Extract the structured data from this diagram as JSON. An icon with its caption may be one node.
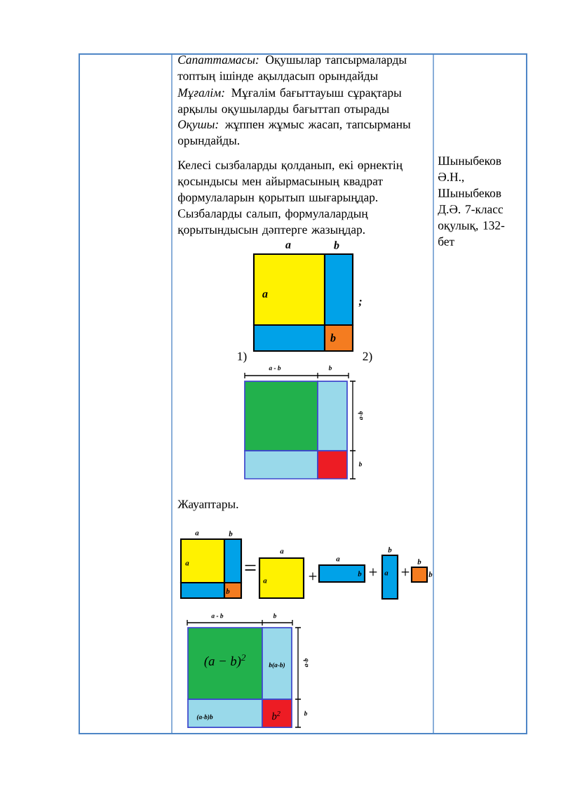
{
  "diagram": {
    "nodes": [
      {
        "text": [
          "a"
        ],
        "beside": [
          "a"
        ]
      },
      {
        "text": [],
        "shape": "box",
        "beside": [
          "b"
        ]
      },
      {
        "text": [],
        "shape": "box"
      },
      {
        "text": [
          "b"
        ]
      },
      {
        "text": [],
        "shape": "box"
      },
      {
        "text": [],
        "shape": "box"
      },
      {
        "text": [],
        "shape": "box"
      },
      {
        "text": [],
        "shape": "box"
      },
      {
        "text": [
          "a"
        ],
        "beside": [
          "a"
        ]
      },
      {
        "text": [],
        "shape": "box",
        "beside": [
          "b"
        ]
      },
      {
        "text": [],
        "shape": "box"
      },
      {
        "text": [
          "b"
        ]
      },
      {
        "text": [
          "a"
        ],
        "beside": [
          "a"
        ]
      },
      {
        "text": [
          "b"
        ],
        "beside": [
          "a"
        ]
      },
      {
        "text": [
          "a"
        ],
        "beside": [
          "b"
        ]
      },
      {
        "text": [],
        "shape": "box",
        "beside": [
          "b",
          "b"
        ]
      },
      {
        "text": [
          "(a − b)$^{2}$"
        ]
      },
      {
        "text": [
          "b(a-b)"
        ]
      },
      {
        "text": [
          "(a-b)b"
        ]
      },
      {
        "text": [
          "b$^{2}$"
        ]
      }
    ],
    "labels": [
      "*Сапаттамасы:* Оқушылар тапсырмаларды топтың ішінде ақылдасып орындайды",
      "*Мұғалім:*  Мұғалім бағыттауыш сұрақтары арқылы оқушыларды  бағыттап отырады",
      "*Оқушы:* жұппен жұмыс жасап, тапсырманы орындайды.",
      "Келесі сызбаларды қолданып, екі өрнектің қосындысы мен айырмасының квадрат формулаларын қорытып шығарыңдар. Сызбаларды салып, формулалардың қорытындысын дәптерге жазыңдар.",
      "Шыныбеков Ә.Н., Шыныбеков Д.Ә.   7-класс оқулық, 132-бет",
      ";",
      "1)",
      "2)",
      "a - b",
      "b",
      "a-b",
      "b",
      "Жауаптары.",
      "=",
      "+",
      "+",
      "+",
      "a - b",
      "b",
      "a-b",
      "b"
    ]
  }
}
